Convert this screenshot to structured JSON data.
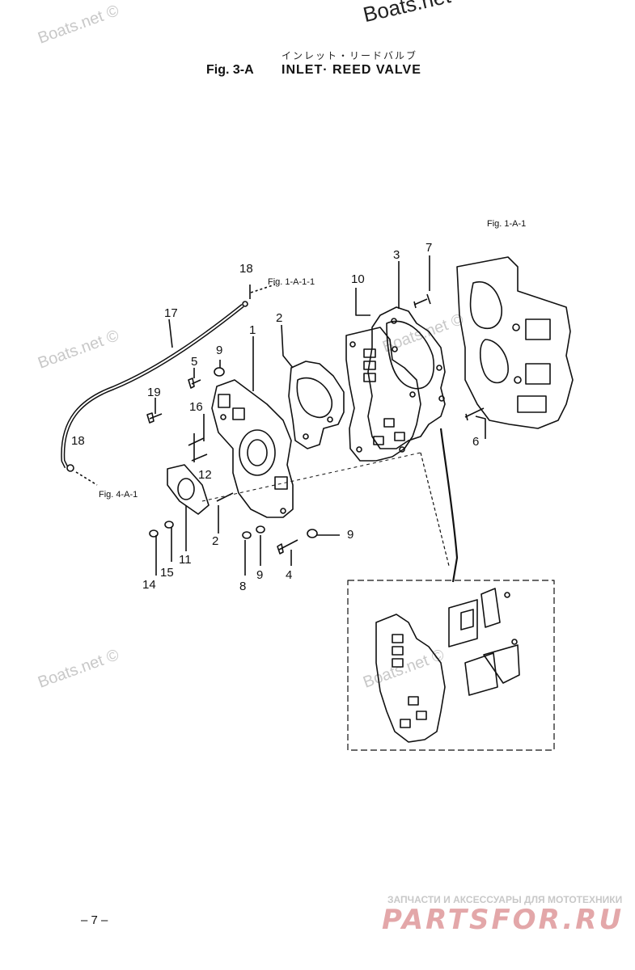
{
  "watermarks": {
    "top": "Boats.net ©",
    "faint": [
      "Boats.net ©",
      "Boats.net ©",
      "Boats.net ©",
      "Boats.net ©",
      "Boats.net ©"
    ]
  },
  "header": {
    "japanese_title": "インレット・リードバルブ",
    "figure": "Fig. 3-A",
    "title": "INLET· REED VALVE"
  },
  "references": {
    "fig_1a1_top": "Fig. 1-A-1",
    "fig_1a11": "Fig. 1-A-1-1",
    "fig_4a1": "Fig. 4-A-1"
  },
  "part_labels": {
    "p1": "1",
    "p2a": "2",
    "p2b": "2",
    "p3": "3",
    "p4": "4",
    "p5": "5",
    "p6": "6",
    "p7": "7",
    "p8": "8",
    "p9a": "9",
    "p9b": "9",
    "p9c": "9",
    "p10": "10",
    "p11": "11",
    "p12": "12",
    "p14": "14",
    "p15": "15",
    "p16": "16",
    "p17": "17",
    "p18a": "18",
    "p18b": "18",
    "p19": "19"
  },
  "footer": {
    "page_number": "– 7 –",
    "brand_subtitle": "ЗАПЧАСТИ И АКСЕССУАРЫ ДЛЯ МОТОТЕХНИКИ",
    "brand_name": "PARTSFOR.RU"
  }
}
